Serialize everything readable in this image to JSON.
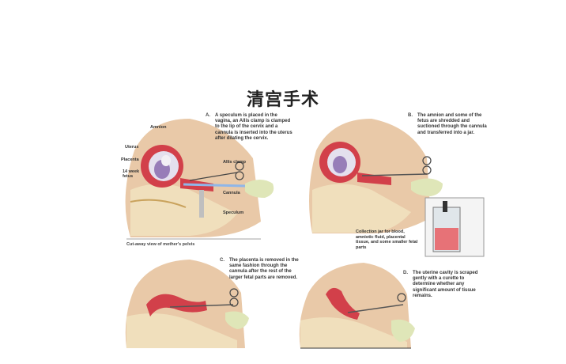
{
  "title": "清宫手术",
  "panels": [
    {
      "letter": "A.",
      "caption": "A speculum is placed in the vagina, an Allis clamp is clamped to the lip of the cervix and a cannula is inserted into the uterus after dilating the cervix.",
      "labels": {
        "amnion": "Amnion",
        "uterus": "Uterus",
        "placenta": "Placenta",
        "fetus": "14 week fetus",
        "allis_clamp": "Allis clamp",
        "cannula": "Cannula",
        "speculum": "Speculum"
      },
      "footnote": "Cut-away view of mother's pelvis"
    },
    {
      "letter": "B.",
      "caption": "The amnion and some of the fetus are shredded and suctioned through the cannula and transferred into a jar.",
      "labels": {
        "collection_jar": "Collection jar for blood, amniotic fluid, placental tissue, and some smaller fetal parts"
      }
    },
    {
      "letter": "C.",
      "caption": "The placenta is removed in the same fashion through the cannula after the rest of the larger fetal parts are removed."
    },
    {
      "letter": "D.",
      "caption": "The uterine cavity is scraped gently with a curette to determine whether any significant amount of tissue remains."
    }
  ],
  "colors": {
    "skin": "#e9c9a8",
    "skin_shadow": "#d6a985",
    "uterus": "#d2404a",
    "uterus_inner": "#f08a92",
    "bone": "#f1e3bf",
    "glove": "#dfe6b8",
    "jar_fluid": "#e8555a"
  }
}
